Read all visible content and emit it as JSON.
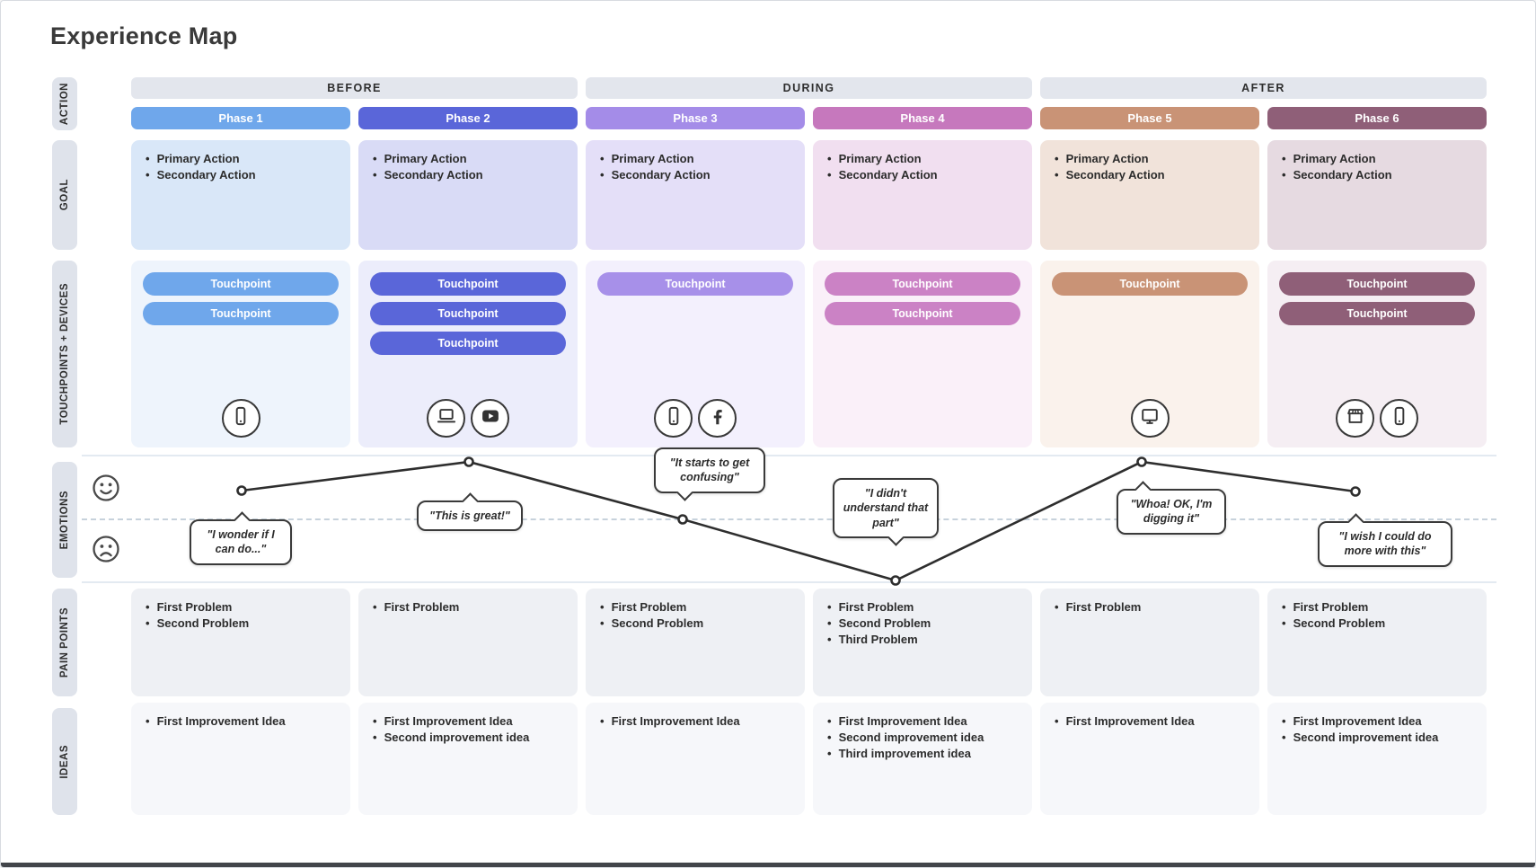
{
  "title": "Experience Map",
  "row_labels": [
    "ACTION",
    "GOAL",
    "TOUCHPOINTS + DEVICES",
    "EMOTIONS",
    "PAIN POINTS",
    "IDEAS"
  ],
  "sections": [
    {
      "label": "BEFORE"
    },
    {
      "label": "DURING"
    },
    {
      "label": "AFTER"
    }
  ],
  "phases": [
    {
      "name": "Phase 1",
      "colors": {
        "chip": "#6fa7eb",
        "goal_bg": "#d9e7f8",
        "touch_bg": "#eef4fc",
        "pill": "#6fa7eb"
      },
      "goals": [
        "Primary Action",
        "Secondary Action"
      ],
      "touchpoints": [
        "Touchpoint",
        "Touchpoint"
      ],
      "devices": [
        "smartphone-icon"
      ],
      "pain_points": [
        "First Problem",
        "Second Problem"
      ],
      "ideas": [
        "First Improvement Idea"
      ]
    },
    {
      "name": "Phase 2",
      "colors": {
        "chip": "#5a66d9",
        "goal_bg": "#d9dbf6",
        "touch_bg": "#ecedfb",
        "pill": "#5a66d9"
      },
      "goals": [
        "Primary Action",
        "Secondary Action"
      ],
      "touchpoints": [
        "Touchpoint",
        "Touchpoint",
        "Touchpoint"
      ],
      "devices": [
        "laptop-icon",
        "youtube-icon"
      ],
      "pain_points": [
        "First Problem"
      ],
      "ideas": [
        "First Improvement Idea",
        "Second improvement idea"
      ]
    },
    {
      "name": "Phase 3",
      "colors": {
        "chip": "#a48ce8",
        "goal_bg": "#e4dff8",
        "touch_bg": "#f3f0fd",
        "pill": "#a790e9"
      },
      "goals": [
        "Primary Action",
        "Secondary Action"
      ],
      "touchpoints": [
        "Touchpoint"
      ],
      "devices": [
        "smartphone-icon",
        "facebook-icon"
      ],
      "pain_points": [
        "First Problem",
        "Second Problem"
      ],
      "ideas": [
        "First Improvement Idea"
      ]
    },
    {
      "name": "Phase 4",
      "colors": {
        "chip": "#c678bd",
        "goal_bg": "#f1dff0",
        "touch_bg": "#faf0f9",
        "pill": "#cb82c5"
      },
      "goals": [
        "Primary Action",
        "Secondary Action"
      ],
      "touchpoints": [
        "Touchpoint",
        "Touchpoint"
      ],
      "devices": [],
      "pain_points": [
        "First Problem",
        "Second Problem",
        "Third Problem"
      ],
      "ideas": [
        "First Improvement Idea",
        "Second improvement idea",
        "Third improvement idea"
      ]
    },
    {
      "name": "Phase 5",
      "colors": {
        "chip": "#c99376",
        "goal_bg": "#f1e3da",
        "touch_bg": "#faf2ec",
        "pill": "#c99376"
      },
      "goals": [
        "Primary Action",
        "Secondary Action"
      ],
      "touchpoints": [
        "Touchpoint"
      ],
      "devices": [
        "monitor-icon"
      ],
      "pain_points": [
        "First Problem"
      ],
      "ideas": [
        "First Improvement Idea"
      ]
    },
    {
      "name": "Phase 6",
      "colors": {
        "chip": "#8f5f78",
        "goal_bg": "#e6dae1",
        "touch_bg": "#f5eef3",
        "pill": "#8f5f78"
      },
      "goals": [
        "Primary Action",
        "Secondary Action"
      ],
      "touchpoints": [
        "Touchpoint",
        "Touchpoint"
      ],
      "devices": [
        "store-icon",
        "smartphone-icon"
      ],
      "pain_points": [
        "First Problem",
        "Second Problem"
      ],
      "ideas": [
        "First Improvement Idea",
        "Second improvement idea"
      ]
    }
  ],
  "emotions": {
    "happy_icon": "happy-face-icon",
    "sad_icon": "sad-face-icon",
    "quotes": [
      "\"I wonder if I can do...\"",
      "\"This is great!\"",
      "\"It starts to get confusing\"",
      "\"I didn't understand that part\"",
      "\"Whoa! OK, I'm digging it\"",
      "\"I wish I could do more with this\""
    ],
    "curve": {
      "type": "line",
      "categories": [
        "Phase 1",
        "Phase 2",
        "Phase 3",
        "Phase 4",
        "Phase 5",
        "Phase 6"
      ],
      "sentiment_values": [
        0.45,
        0.9,
        0.0,
        -1.0,
        0.9,
        0.43
      ],
      "scale": "1 = happy (top), 0 = neutral dashed line, -1 = sad (bottom)"
    }
  }
}
